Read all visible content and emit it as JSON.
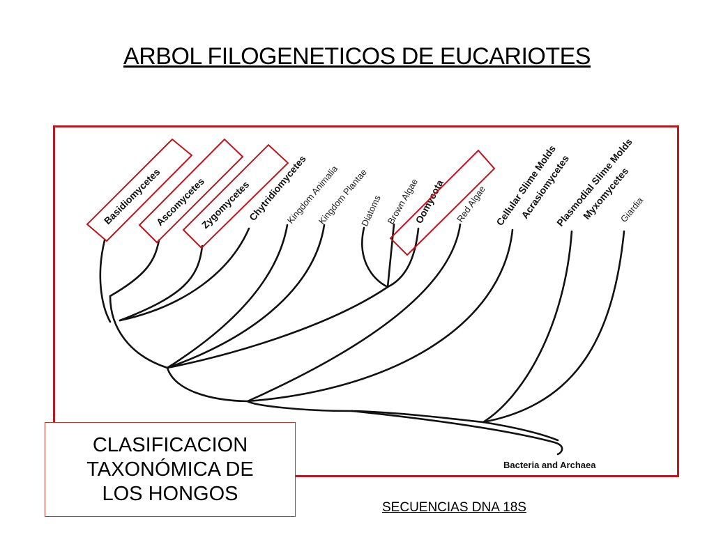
{
  "slide": {
    "title": "ARBOL FILOGENETICOS DE EUCARIOTES",
    "caption_lines": [
      "CLASIFICACION",
      "TAXONÓMICA DE",
      "LOS HONGOS"
    ],
    "footer": "SECUENCIAS DNA 18S"
  },
  "tree": {
    "taxa": [
      "Basidiomycetes",
      "Ascomycetes",
      "Zygomycetes",
      "Chytridiomycetes",
      "Kingdom Animalia",
      "Kingdom Plantae",
      "Diatoms",
      "Brown Algae",
      "Oomycota",
      "Red Algae",
      "Cellular Slime Molds",
      "Acrasiomycetes",
      "Plasmodial Slime Molds",
      "Myxomycetes",
      "Giardia"
    ],
    "root": "Bacteria and Archaea",
    "highlighted": [
      "Basidiomycetes",
      "Ascomycetes",
      "Zygomycetes",
      "Oomycota"
    ],
    "highlight_color": "#c0141c"
  }
}
